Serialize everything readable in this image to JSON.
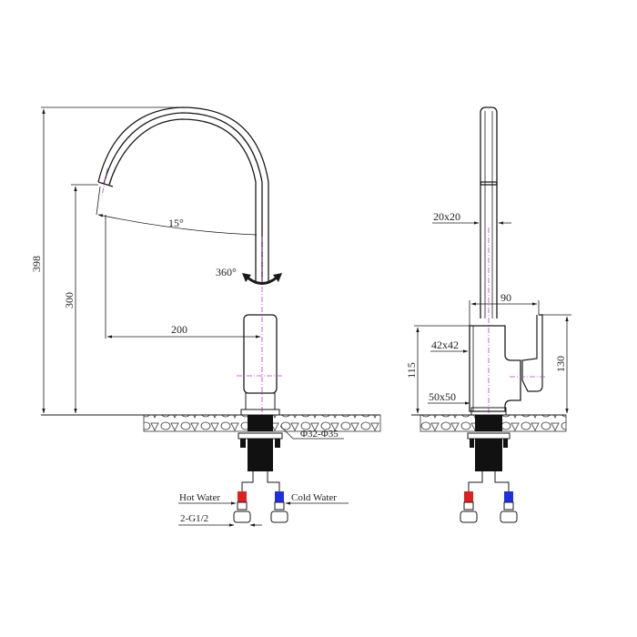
{
  "drawing": {
    "title": "Kitchen faucet technical drawing",
    "views": [
      "front-view",
      "side-view"
    ],
    "colors": {
      "line": "#1a1a1a",
      "centerline": "#c040c0",
      "hot": "#e02020",
      "cold": "#2030e0",
      "countertop_fill": "#f4f4f4"
    }
  },
  "front_view": {
    "dims": {
      "total_height": "398",
      "spout_height": "300",
      "reach": "200",
      "spout_angle": "15°",
      "rotation": "360°",
      "hole_diameter": "Φ32-Φ35"
    },
    "labels": {
      "hot": "Hot Water",
      "cold": "Cold Water",
      "connection": "2-G1/2"
    }
  },
  "side_view": {
    "dims": {
      "spout_section": "20x20",
      "handle_reach": "90",
      "body_section": "42x42",
      "base_section": "50x50",
      "body_height": "115",
      "handle_height": "130"
    }
  }
}
